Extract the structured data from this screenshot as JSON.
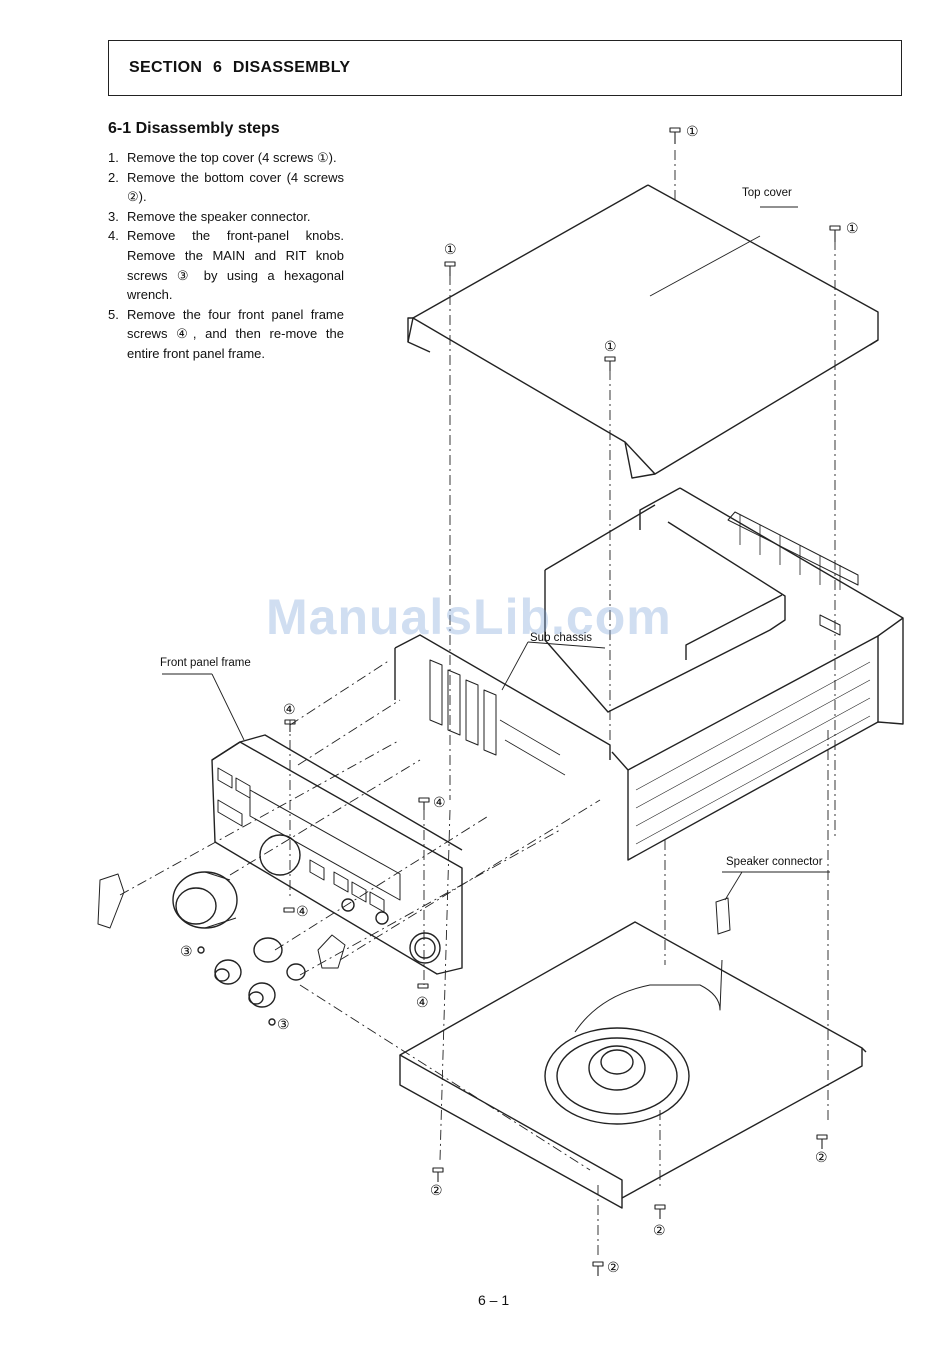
{
  "header": {
    "title": "SECTION 6 DISASSEMBLY"
  },
  "steps": {
    "title": "6-1 Disassembly steps",
    "items": [
      {
        "num": "1.",
        "text": "Remove the top cover (4 screws ①)."
      },
      {
        "num": "2.",
        "text": "Remove the bottom cover (4 screws ②)."
      },
      {
        "num": "3.",
        "text": "Remove the speaker connector."
      },
      {
        "num": "4.",
        "text": "Remove the front-panel knobs. Remove the MAIN and RIT knob screws ③ by using a hexagonal wrench."
      },
      {
        "num": "5.",
        "text": "Remove the four front panel frame screws ④, and then re-move the entire front panel frame."
      }
    ]
  },
  "labels": {
    "top_cover": "Top cover",
    "sub_chassis": "Sub chassis",
    "front_panel_frame": "Front panel frame",
    "speaker_connector": "Speaker connector"
  },
  "callouts": {
    "c1": "①",
    "c2": "②",
    "c3": "③",
    "c4": "④"
  },
  "watermark": "ManualsLib.com",
  "page_number": "6 – 1"
}
